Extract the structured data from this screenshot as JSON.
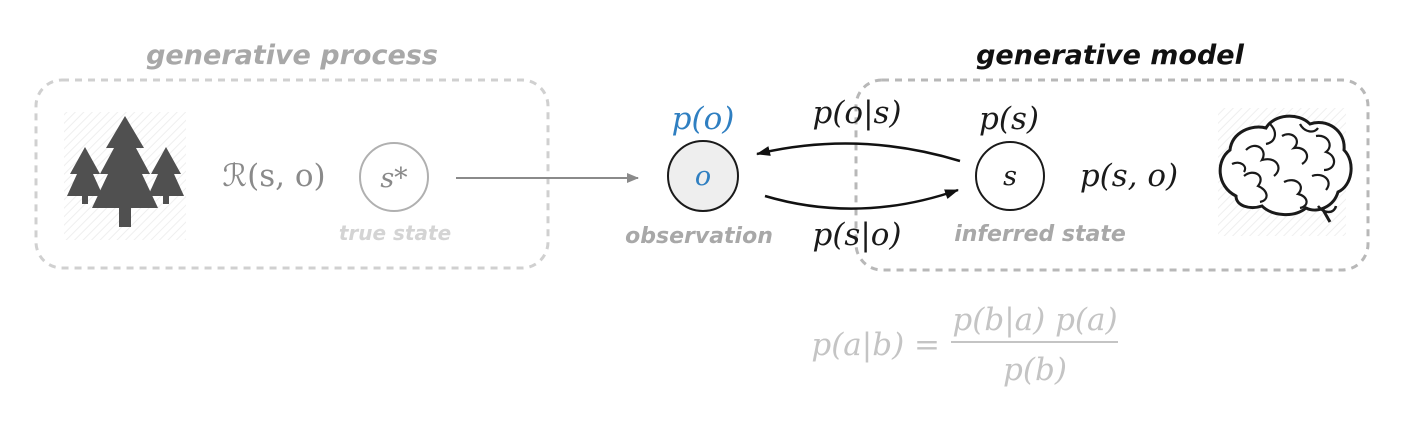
{
  "process": {
    "title": "generative process",
    "relation": "ℛ(s, o)",
    "true_state_symbol": "s*",
    "true_state_label": "true state"
  },
  "observation": {
    "prior": "p(o)",
    "symbol": "o",
    "label": "observation"
  },
  "model": {
    "title": "generative model",
    "likelihood": "p(o|s)",
    "posterior": "p(s|o)",
    "state_prior": "p(s)",
    "state_symbol": "s",
    "state_label": "inferred state",
    "joint": "p(s, o)"
  },
  "bayes": {
    "lhs": "p(a|b) =",
    "numerator": "p(b|a) p(a)",
    "denominator": "p(b)"
  },
  "colors": {
    "dashed_box": "#d0d0d0",
    "faded_text": "#a8a8a8",
    "dark_text": "#1a1a1a",
    "accent_blue": "#2f7fc1",
    "tree_fill": "#505050",
    "obs_fill": "#eeeeee"
  },
  "icons": {
    "forest": "tree-icon",
    "brain": "brain-icon"
  }
}
